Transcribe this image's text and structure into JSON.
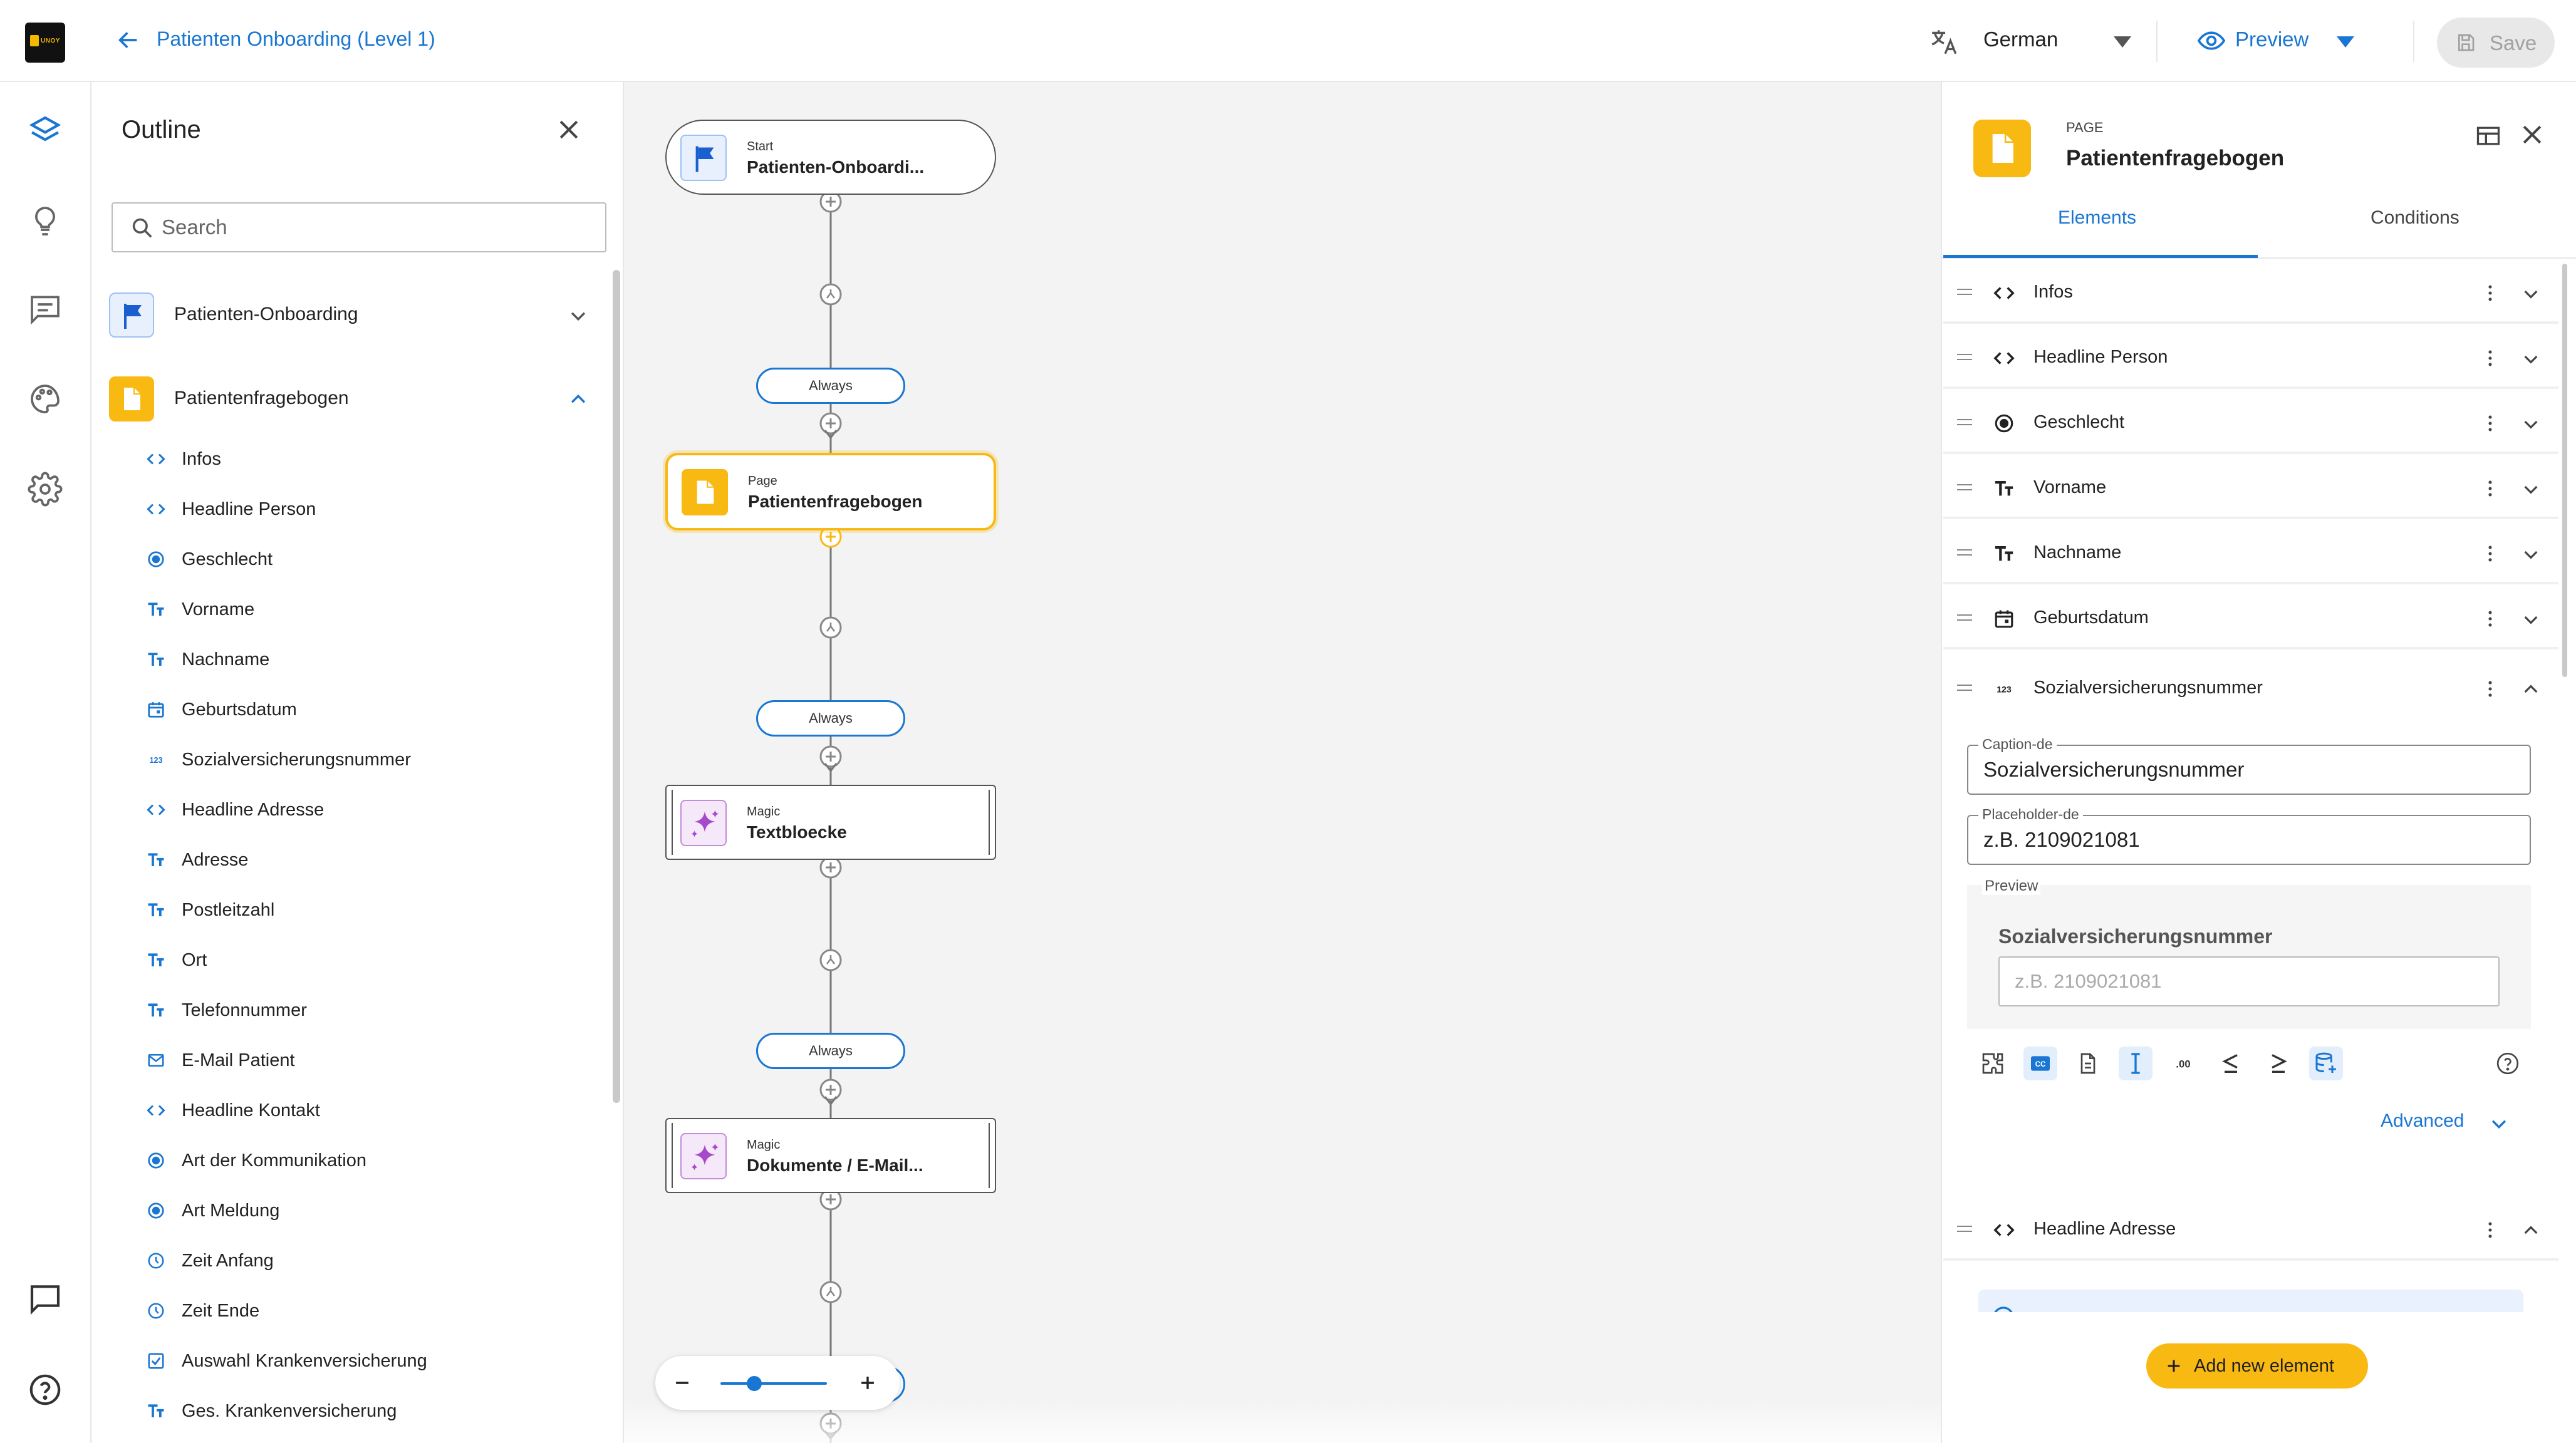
{
  "app": {
    "logo_text": "UNOY",
    "title": "Patienten Onboarding (Level 1)",
    "language": "German",
    "preview_label": "Preview",
    "save_label": "Save"
  },
  "outline": {
    "title": "Outline",
    "search_placeholder": "Search",
    "groups": [
      {
        "label": "Patienten-Onboarding",
        "icon": "flag-icon",
        "expanded": false
      },
      {
        "label": "Patientenfragebogen",
        "icon": "page-icon",
        "expanded": true
      }
    ],
    "items": [
      {
        "label": "Infos",
        "icon": "code-icon"
      },
      {
        "label": "Headline Person",
        "icon": "code-icon"
      },
      {
        "label": "Geschlecht",
        "icon": "radio-icon"
      },
      {
        "label": "Vorname",
        "icon": "text-icon"
      },
      {
        "label": "Nachname",
        "icon": "text-icon"
      },
      {
        "label": "Geburtsdatum",
        "icon": "calendar-icon"
      },
      {
        "label": "Sozialversicherungsnummer",
        "icon": "number-icon"
      },
      {
        "label": "Headline Adresse",
        "icon": "code-icon"
      },
      {
        "label": "Adresse",
        "icon": "text-icon"
      },
      {
        "label": "Postleitzahl",
        "icon": "text-icon"
      },
      {
        "label": "Ort",
        "icon": "text-icon"
      },
      {
        "label": "Telefonnummer",
        "icon": "text-icon"
      },
      {
        "label": "E-Mail Patient",
        "icon": "mail-icon"
      },
      {
        "label": "Headline Kontakt",
        "icon": "code-icon"
      },
      {
        "label": "Art der Kommunikation",
        "icon": "radio-icon"
      },
      {
        "label": "Art Meldung",
        "icon": "radio-icon"
      },
      {
        "label": "Zeit Anfang",
        "icon": "clock-icon"
      },
      {
        "label": "Zeit Ende",
        "icon": "clock-icon"
      },
      {
        "label": "Auswahl Krankenversicherung",
        "icon": "checkbox-icon"
      },
      {
        "label": "Ges. Krankenversicherung",
        "icon": "text-icon"
      }
    ]
  },
  "canvas": {
    "nodes": [
      {
        "type": "Start",
        "name": "Patienten-Onboardi..."
      },
      {
        "type": "Page",
        "name": "Patientenfragebogen"
      },
      {
        "type": "Magic",
        "name": "Textbloecke"
      },
      {
        "type": "Magic",
        "name": "Dokumente / E-Mail..."
      }
    ],
    "conditions": [
      "Always",
      "Always",
      "Always"
    ]
  },
  "inspector": {
    "type_label": "PAGE",
    "name": "Patientenfragebogen",
    "tabs": [
      "Elements",
      "Conditions"
    ],
    "elements": [
      {
        "label": "Infos",
        "icon": "code-icon"
      },
      {
        "label": "Headline Person",
        "icon": "code-icon"
      },
      {
        "label": "Geschlecht",
        "icon": "radio-icon"
      },
      {
        "label": "Vorname",
        "icon": "text-icon"
      },
      {
        "label": "Nachname",
        "icon": "text-icon"
      },
      {
        "label": "Geburtsdatum",
        "icon": "calendar-icon"
      },
      {
        "label": "Sozialversicherungsnummer",
        "icon": "number-icon"
      },
      {
        "label": "Headline Adresse",
        "icon": "code-icon"
      }
    ],
    "number_glyph": "123",
    "caption_label": "Caption-de",
    "caption_value": "Sozialversicherungsnummer",
    "placeholder_label": "Placeholder-de",
    "placeholder_value": "z.B. 2109021081",
    "preview_label": "Preview",
    "preview_caption": "Sozialversicherungsnummer",
    "preview_placeholder": "z.B. 2109021081",
    "decimals_glyph": ".00",
    "advanced_label": "Advanced",
    "add_element_label": "Add new element"
  },
  "colors": {
    "accent": "#1976d2",
    "page_yellow": "#f9b913",
    "magic_purple": "#a64ac9"
  }
}
